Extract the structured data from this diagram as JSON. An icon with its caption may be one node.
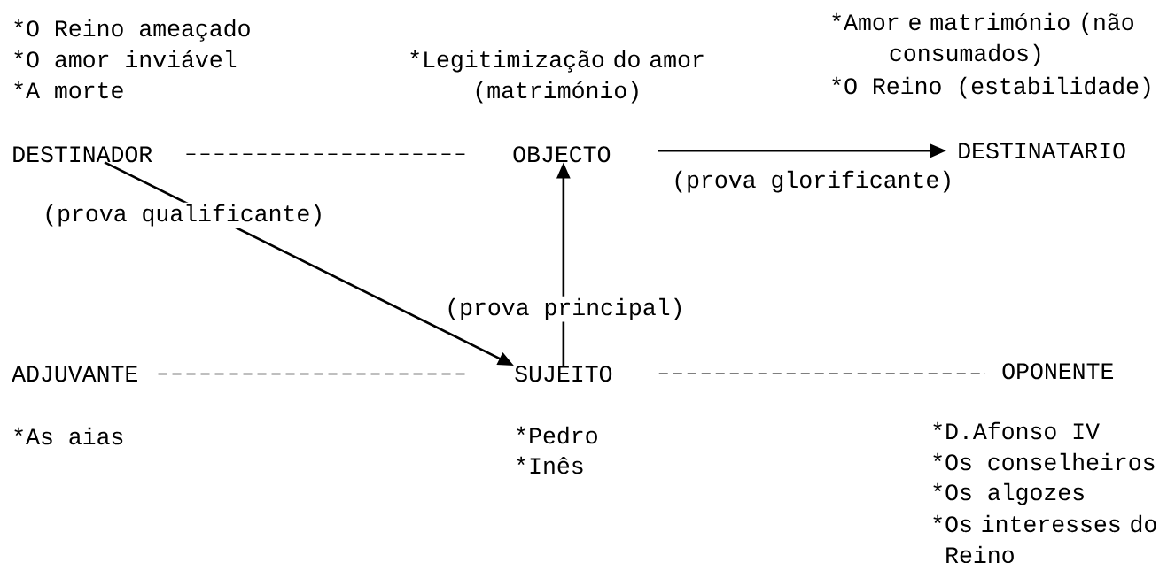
{
  "diagram": {
    "nodes": [
      {
        "text": [
          "DESTINADOR"
        ],
        "beside": [
          "*O Reino ameaçado",
          "*O amor inviável",
          "*A morte"
        ]
      },
      {
        "text": [
          "OBJECTO"
        ],
        "beside": [
          "*Legitimização do amor (matrimónio)"
        ]
      },
      {
        "text": [
          "DESTINATARIO"
        ],
        "beside": [
          "*Amor e matrimónio (não consumados)",
          "*O Reino (estabilidade)"
        ]
      },
      {
        "text": [
          "ADJUVANTE"
        ],
        "beside": [
          "*As aias"
        ]
      },
      {
        "text": [
          "SUJEITO"
        ],
        "beside": [
          "*Pedro",
          "*Inês"
        ]
      },
      {
        "text": [
          "OPONENTE"
        ],
        "beside": [
          "*D.Afonso IV",
          "*Os conselheiros",
          "*Os algozes",
          "*Os interesses do Reino"
        ]
      }
    ],
    "edges": [
      {
        "from": 0,
        "to": 1,
        "arrow": "none",
        "style": "dashed"
      },
      {
        "from": 1,
        "to": 2,
        "arrow": "to",
        "label": "(prova glorificante)"
      },
      {
        "from": 0,
        "to": 4,
        "arrow": "to",
        "label": "(prova qualificante)"
      },
      {
        "from": 4,
        "to": 1,
        "arrow": "to",
        "label": "(prova principal)"
      },
      {
        "from": 3,
        "to": 4,
        "arrow": "none",
        "style": "dashed"
      },
      {
        "from": 4,
        "to": 5,
        "arrow": "none",
        "style": "dashed"
      }
    ]
  }
}
